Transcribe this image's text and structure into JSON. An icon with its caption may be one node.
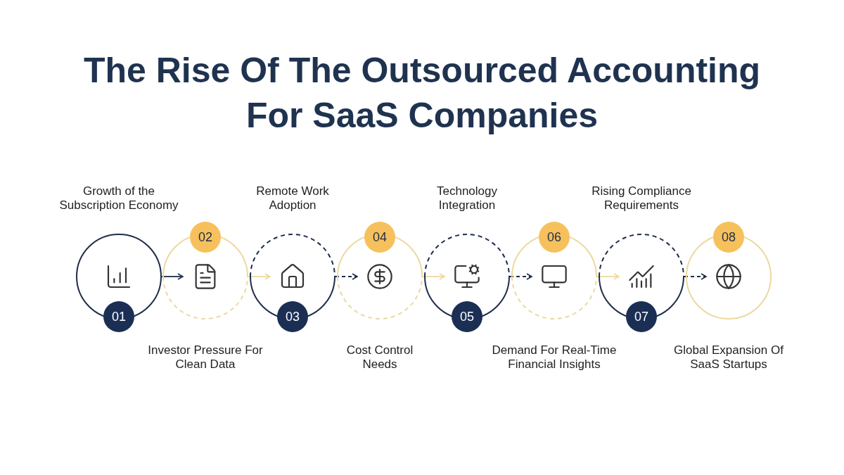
{
  "diagram": {
    "title": "The Rise Of The Outsourced Accounting For SaaS Companies",
    "nodes": [
      {
        "text": [
          "Growth of the Subscription Economy",
          "01"
        ]
      },
      {
        "text": [
          "02",
          "Investor Pressure For Clean Data"
        ]
      },
      {
        "text": [
          "Remote Work Adoption",
          "03"
        ]
      },
      {
        "text": [
          "04",
          "Cost Control Needs"
        ]
      },
      {
        "text": [
          "Technology Integration",
          "05"
        ]
      },
      {
        "text": [
          "06",
          "Demand For Real-Time Financial Insights"
        ]
      },
      {
        "text": [
          "Rising Compliance Requirements",
          "07"
        ]
      },
      {
        "text": [
          "08",
          "Global Expansion Of SaaS Startups"
        ]
      }
    ],
    "edges": [
      {
        "from": 0,
        "to": 1,
        "arrow": "to"
      },
      {
        "from": 1,
        "to": 2,
        "arrow": "to",
        "color": "#ecd9a0"
      },
      {
        "from": 2,
        "to": 3,
        "arrow": "to",
        "style": "dashed"
      },
      {
        "from": 3,
        "to": 4,
        "arrow": "to",
        "color": "#ecd9a0"
      },
      {
        "from": 4,
        "to": 5,
        "arrow": "to",
        "style": "dashed"
      },
      {
        "from": 5,
        "to": 6,
        "arrow": "to",
        "color": "#ecd9a0"
      },
      {
        "from": 6,
        "to": 7,
        "arrow": "to",
        "style": "dashed"
      }
    ]
  }
}
